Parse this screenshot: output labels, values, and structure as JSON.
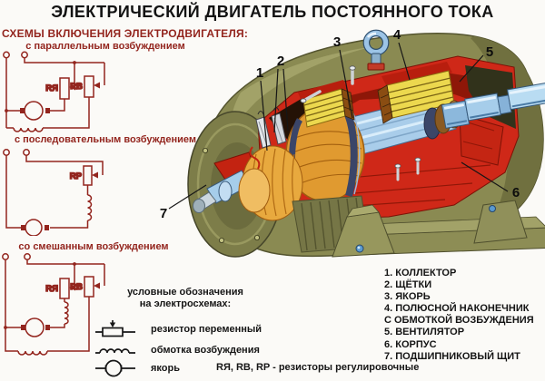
{
  "title": "ЭЛЕКТРИЧЕСКИЙ ДВИГАТЕЛЬ ПОСТОЯННОГО ТОКА",
  "colors": {
    "title_text": "#121212",
    "schematic_red": "#93251e",
    "black_text": "#161616",
    "motor_olive": "#8a8a52",
    "motor_red": "#cf2818",
    "coil_yellow": "#ecd84e",
    "winding_orange": "#e09a30",
    "shaft_blue": "#a6cdea"
  },
  "schemes": {
    "header": "СХЕМЫ ВКЛЮЧЕНИЯ ЭЛЕКТРОДВИГАТЕЛЯ:",
    "items": [
      {
        "label": "с параллельным возбуждением",
        "resistor_labels": [
          "RЯ",
          "RB"
        ]
      },
      {
        "label": "с последовательным возбуждением",
        "resistor_labels": [
          "RP"
        ]
      },
      {
        "label": "со смешанным возбуждением",
        "resistor_labels": [
          "RЯ",
          "RB"
        ]
      }
    ]
  },
  "legend": {
    "header_line1": "условные обозначения",
    "header_line2": "на электросхемах:",
    "items": [
      {
        "symbol": "variable-resistor-symbol",
        "label": "резистор переменный"
      },
      {
        "symbol": "field-winding-symbol",
        "label": "обмотка возбуждения"
      },
      {
        "symbol": "armature-symbol",
        "label": "якорь"
      }
    ],
    "note": "RЯ, RB, RP - резисторы регулировочные"
  },
  "parts_list": {
    "lines": [
      "1. КОЛЛЕКТОР",
      "2. ЩЁТКИ",
      "3. ЯКОРЬ",
      "4. ПОЛЮСНОЙ НАКОНЕЧНИК",
      "С ОБМОТКОЙ ВОЗБУЖДЕНИЯ",
      "5. ВЕНТИЛЯТОР",
      "6. КОРПУС",
      "7. ПОДШИПНИКОВЫЙ ЩИТ"
    ]
  },
  "callouts": [
    "1",
    "2",
    "3",
    "4",
    "5",
    "6",
    "7"
  ]
}
